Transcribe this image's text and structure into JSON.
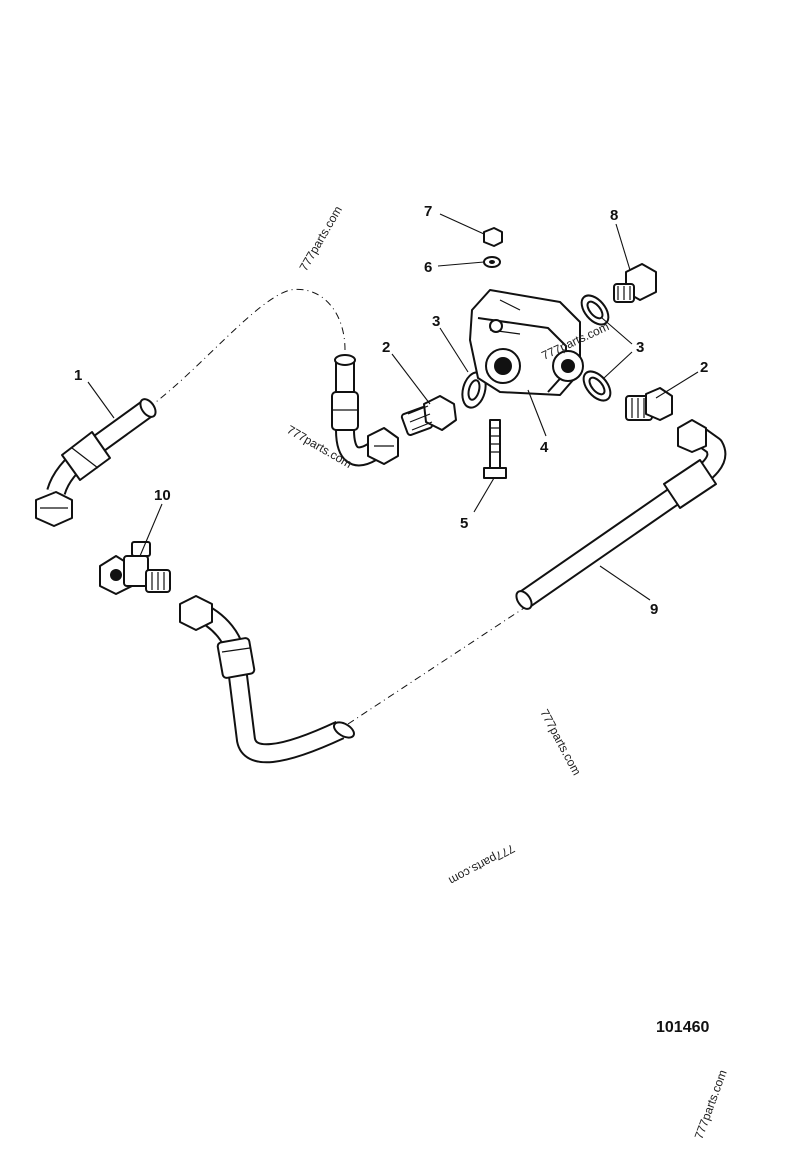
{
  "diagram": {
    "figure_number": "101460",
    "callouts": [
      "1",
      "2",
      "2",
      "3",
      "3",
      "4",
      "5",
      "6",
      "7",
      "8",
      "9",
      "10"
    ],
    "watermark": "777parts.com"
  }
}
